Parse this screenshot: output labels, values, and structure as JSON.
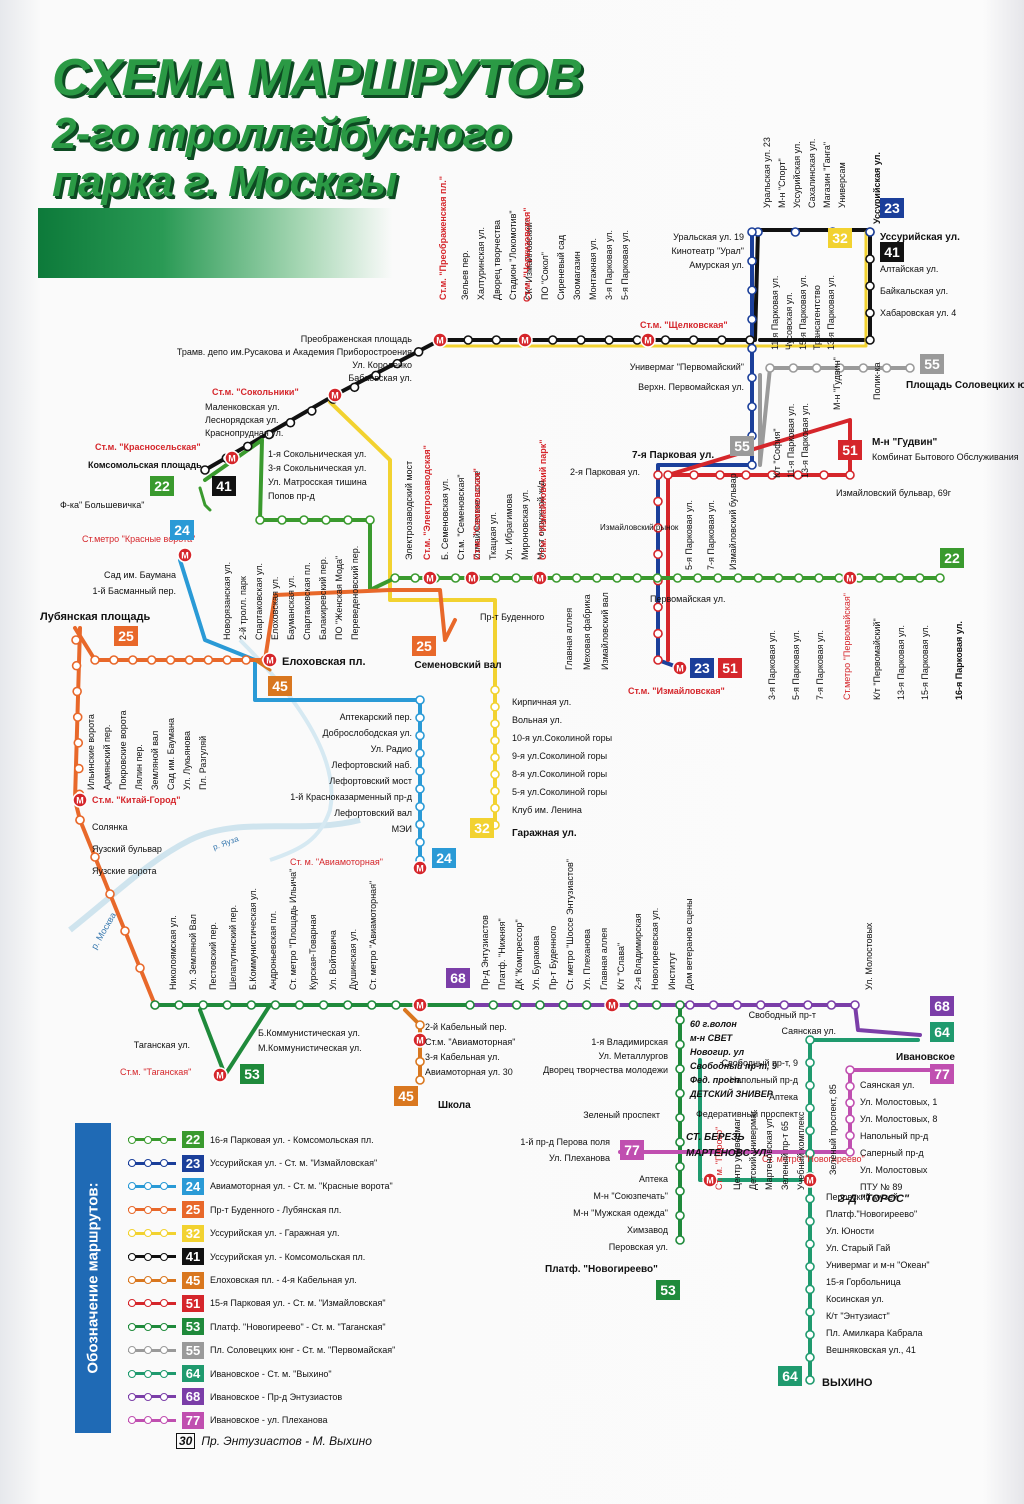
{
  "title": {
    "line1": "СХЕМА МАРШРУТОВ",
    "line2": "2-го троллейбусного",
    "line3": "парка г. Москвы"
  },
  "colors": {
    "r22": "#3a9a2e",
    "r23": "#1b3f9a",
    "r24": "#2a9ad6",
    "r25": "#e8682a",
    "r32": "#f2d230",
    "r41": "#111111",
    "r45": "#d9771f",
    "r51": "#d5262b",
    "r53": "#1f8a3b",
    "r55": "#9a9a9a",
    "r64": "#1f9a6e",
    "r68": "#7b3ea8",
    "r77": "#c04fb0",
    "metro": "#d5262b",
    "title_green": "#2b9a45"
  },
  "routes": [
    "22",
    "23",
    "24",
    "25",
    "32",
    "41",
    "45",
    "51",
    "53",
    "55",
    "64",
    "68",
    "77"
  ],
  "stops": {
    "r41": [
      "Уссурийская ул.",
      "Алтайская ул.",
      "Байкальская ул.",
      "Хабаровская ул. 4",
      "Ст.м. \"Щелковская\"",
      "Ст.м. \"Черкизовская\"",
      "Ст.м. \"Преображенская пл.\"",
      "Преображенская площадь",
      "Трамв. депо им.Русакова и Академия Приборостроения",
      "Ул. Короленко",
      "Бабаевская ул.",
      "Ст.м. \"Сокольники\"",
      "Маленковская ул.",
      "Леснорядская ул.",
      "Краснопрудная ул.",
      "Ст.м. \"Красносельская\"",
      "Комсомольская площадь"
    ],
    "r41_vertical": [
      "Зельев пер.",
      "Халтуринская ул.",
      "Дворец творчества",
      "Стадион \"Локомотив\"",
      "СК \"Измайловский\"",
      "ПО \"Сокол\"",
      "Сиреневый сад",
      "Зоомагазин",
      "Монтажная ул.",
      "3-я Парковая ул.",
      "5-я Парковая ул."
    ],
    "r23_top": [
      "Уральская ул. 23",
      "М-н \"Спорт\"",
      "Уссурийская ул.",
      "Сахалинская ул.",
      "Магазин \"Ганга\"",
      "Универсам"
    ],
    "r23_west": [
      "Уральская ул. 19",
      "Кинотеатр \"Урал\"",
      "Амурская ул."
    ],
    "r23_mid": [
      "11-я Парковая ул.",
      "Чусовская ул.",
      "15-я Парковая ул.",
      "Трансагентство",
      "13-я Парковая ул."
    ],
    "r23_south": [
      "Универмаг \"Первомайский\"",
      "Верхн. Первомайская ул."
    ],
    "r55": [
      "К/т \"София\"",
      "11-я Парковая ул.",
      "13-я Парковая ул.",
      "М-н \"Гудвин\"",
      "Полик-ка",
      "Площадь Соловецких юнг",
      "7-я Парковая ул."
    ],
    "r51": [
      "М-н \"Гудвин\"",
      "Комбинат Бытового Обслуживания",
      "Измайловский бульвар, 69г",
      "2-я Парковая ул.",
      "Измайловский рынок",
      "5-я Парковая ул.",
      "7-я Парковая ул.",
      "Измайловский бульвар",
      "Ст.м. \"Измайловская\""
    ],
    "r22": [
      "Первомайская ул.",
      "3-я Парковая ул.",
      "5-я Парковая ул.",
      "7-я Парковая ул.",
      "Ст.метро \"Первомайская\"",
      "К/т \"Первомайский\"",
      "13-я Парковая ул.",
      "15-я Парковая ул.",
      "16-я Парковая ул."
    ],
    "r22_center": [
      "Ст.м. \"Электрозаводская\"",
      "Б. Семеновская ул.",
      "Ст.м. \"Семеновская\"",
      "Измайловское шоссе",
      "Ткацкая ул.",
      "Ул. Ибрагимова",
      "Мироновская ул.",
      "Мост окружной ж/д",
      "Ст.м. \"Измайловский парк\"",
      "Главная аллея",
      "Меховая фабрика",
      "Измайловский вал",
      "Электрозаводский мост"
    ],
    "r22_west": [
      "1-я Сокольническая ул.",
      "3-я Сокольническая ул.",
      "Ул. Матросская тишина",
      "Попов пр-д",
      "Ф-ка\" Большевичка\"",
      "Новорязанская ул.",
      "2-й тролл. парк",
      "Спартаковская ул.",
      "Елоховская ул.",
      "Бауманская ул.",
      "Спартаковская пл.",
      "Балакиревский пер.",
      "ПО \"Женская Мода\"",
      "Переведеновский пер."
    ],
    "r24": [
      "Ст.метро \"Красные ворота\"",
      "Сад им. Баумана",
      "1-й Басманный пер.",
      "Аптекарский пер.",
      "Доброслободская ул.",
      "Ул. Радио",
      "Лефортовский наб.",
      "Лефортовский мост",
      "1-й Красноказарменный пр-д",
      "Лефортовский вал",
      "МЭИ",
      "Ст. м. \"Авиамоторная\""
    ],
    "r25": [
      "Лубянская площадь",
      "Ильинские ворота",
      "Армянский пер.",
      "Покровские ворота",
      "Лялин пер.",
      "Земляной вал",
      "Сад им. Баумана",
      "Ул. Лукьянова",
      "Пл. Разгуляй",
      "Елоховская пл.",
      "Пр-т Буденного",
      "Семеновский вал"
    ],
    "r32": [
      "Кирпичная ул.",
      "Вольная ул.",
      "10-я ул.Соколиной горы",
      "9-я ул.Соколиной горы",
      "8-я ул.Соколиной горы",
      "5-я ул.Соколиной горы",
      "Клуб им. Ленина",
      "Гаражная ул."
    ],
    "r25_south": [
      "Ст.м. \"Китай-Город\"",
      "Солянка",
      "Яузский бульвар",
      "Яузские ворота",
      "Николоямская ул.",
      "Ул. Земляной Вал",
      "Пестовский пер.",
      "Шелапутинский пер.",
      "Б.Коммунистическая ул.",
      "Андроньевская пл.",
      "Ст. метро \"Площадь Ильича\"",
      "Курская-Товарная",
      "Ул. Войтовича",
      "Душинская ул.",
      "Ст. метро \"Авиамоторная\""
    ],
    "r53": [
      "Таганская ул.",
      "Ст.м. \"Таганская\"",
      "Б.Коммунистическая ул.",
      "М.Коммунистическая ул."
    ],
    "r45": [
      "2-й Кабельный пер.",
      "Ст.м. \"Авиамоторная\"",
      "3-я Кабельная ул.",
      "Авиамоторная ул. 30",
      "Школа"
    ],
    "r68": [
      "Пр-д Энтузиастов",
      "Платф. \"Нижняя\"",
      "ДК \"Компрессор\"",
      "Ул. Буракова",
      "Пр-т Буденного",
      "Ст. метро \"Шоссе Энтузиастов\"",
      "Ул. Плеханова",
      "Главная аллея",
      "К/т \"Слава\"",
      "2-я Владимирская",
      "Новогиреевская ул.",
      "Институт",
      "Дом ветеранов сцены",
      "Свободный пр-т",
      "Саянская ул.",
      "Ул. Молостовых",
      "Ивановское"
    ],
    "r53_south": [
      "1-я Владимирская",
      "Ул. Металлургов",
      "Дворец творчества молодежи",
      "Зеленый проспект",
      "Аптека",
      "М-н \"Союзпечать\"",
      "М-н \"Мужская одежда\"",
      "Химзавод",
      "Перовская ул.",
      "Платф. \"Новогиреево\""
    ],
    "r77": [
      "1-й пр-д Перова поля",
      "Ул. Плеханова",
      "Саянская ул.",
      "Ул. Молостовых, 1",
      "Ул. Молостовых, 8",
      "Напольный пр-д",
      "Саперный пр-д",
      "Ул. Молостовых",
      "ПТУ № 89"
    ],
    "r64": [
      "Свободный пр-т, 9",
      "Напольный пр-д",
      "Аптека",
      "Федеративный проспект",
      "Ст. метро \"Новогиреево\"",
      "Ст. м. \"Перово\"",
      "Центр универмаг",
      "Детский универмаг",
      "Мартеновская ул.",
      "Зеленый пр-т 65",
      "Учебный комплекс",
      "Зеленый проспект, 85",
      "Перовский музей",
      "Платф.\"Новогиреево\"",
      "Ул. Юности",
      "Ул. Старый Гай",
      "Универмаг и м-н \"Океан\"",
      "15-я Горбольница",
      "Косинская ул.",
      "К/т \"Энтузиаст\"",
      "Пл. Амилкара Кабрала",
      "Вешняковская ул., 41",
      "ВЫХИНО"
    ],
    "handwritten": [
      "60 г.волон",
      "м-н СВЕТ",
      "Новогир. ул",
      "Свободный пр-т, 9",
      "Фед. просп.",
      "ДЕТСКИЙ ЗНИВЕР",
      "СТ. БЕРЕЗЬ",
      "МАРТЕНОВС УЛ.",
      "З-Д \"ТОРОС\"",
      "30",
      "ВЫХИНО"
    ],
    "rivers": [
      "р. Москва",
      "р. Яуза"
    ]
  },
  "legend": {
    "title": "Обозначение маршрутов:",
    "items": [
      {
        "num": "22",
        "text": "16-я Парковая ул. - Комсомольская пл.",
        "color": "#3a9a2e"
      },
      {
        "num": "23",
        "text": "Уссурийская ул. - Ст. м. \"Измайловская\"",
        "color": "#1b3f9a"
      },
      {
        "num": "24",
        "text": "Авиамоторная ул. - Ст. м. \"Красные ворота\"",
        "color": "#2a9ad6"
      },
      {
        "num": "25",
        "text": "Пр-т Буденного - Лубянская пл.",
        "color": "#e8682a"
      },
      {
        "num": "32",
        "text": "Уссурийская ул. - Гаражная ул.",
        "color": "#f2d230"
      },
      {
        "num": "41",
        "text": "Уссурийская ул. - Комсомольская пл.",
        "color": "#111111"
      },
      {
        "num": "45",
        "text": "Елоховская пл. - 4-я Кабельная ул.",
        "color": "#d9771f"
      },
      {
        "num": "51",
        "text": "15-я Парковая ул. - Ст. м. \"Измайловская\"",
        "color": "#d5262b"
      },
      {
        "num": "53",
        "text": "Платф. \"Новогиреево\" - Ст. м. \"Таганская\"",
        "color": "#1f8a3b"
      },
      {
        "num": "55",
        "text": "Пл. Соловецких юнг - Ст. м. \"Первомайская\"",
        "color": "#9a9a9a"
      },
      {
        "num": "64",
        "text": "Ивановское - Ст. м. \"Выхино\"",
        "color": "#1f9a6e"
      },
      {
        "num": "68",
        "text": "Ивановское - Пр-д Энтузиастов",
        "color": "#7b3ea8"
      },
      {
        "num": "77",
        "text": "Ивановское - ул. Плеханова",
        "color": "#c04fb0"
      }
    ]
  },
  "footnote": {
    "num": "30",
    "text": "Пр. Энтузиастов - М. Выхино"
  }
}
